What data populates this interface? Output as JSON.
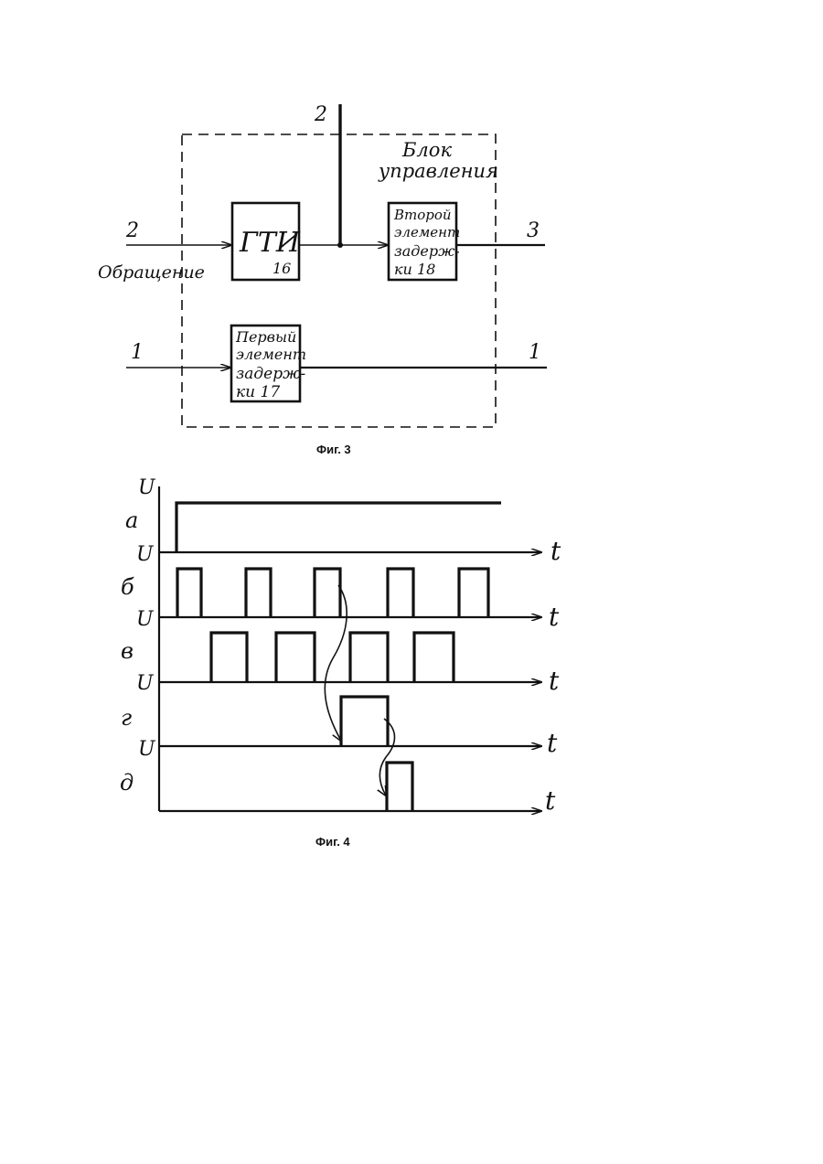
{
  "fig3": {
    "caption": "Фиг. 3",
    "top_output_label": "2",
    "control_block_label": [
      "Блок",
      "управления"
    ],
    "input_2_label": "2",
    "input_2_name": "Обращение",
    "input_1_label": "1",
    "output_3_label": "3",
    "output_1_label": "1",
    "gti_block": {
      "name": "ГТИ",
      "number": "16"
    },
    "delay1_block": {
      "lines": [
        "Первый",
        "элемент",
        "задерж-",
        "ки 17"
      ]
    },
    "delay2_block": {
      "lines": [
        "Второй",
        "элемент",
        "задерж-",
        "ки 18"
      ]
    }
  },
  "fig4": {
    "caption": "Фиг. 4",
    "voltage_label": "U",
    "time_label": "t",
    "rows": [
      {
        "letter": "а"
      },
      {
        "letter": "б"
      },
      {
        "letter": "в"
      },
      {
        "letter": "г"
      },
      {
        "letter": "д"
      }
    ]
  }
}
